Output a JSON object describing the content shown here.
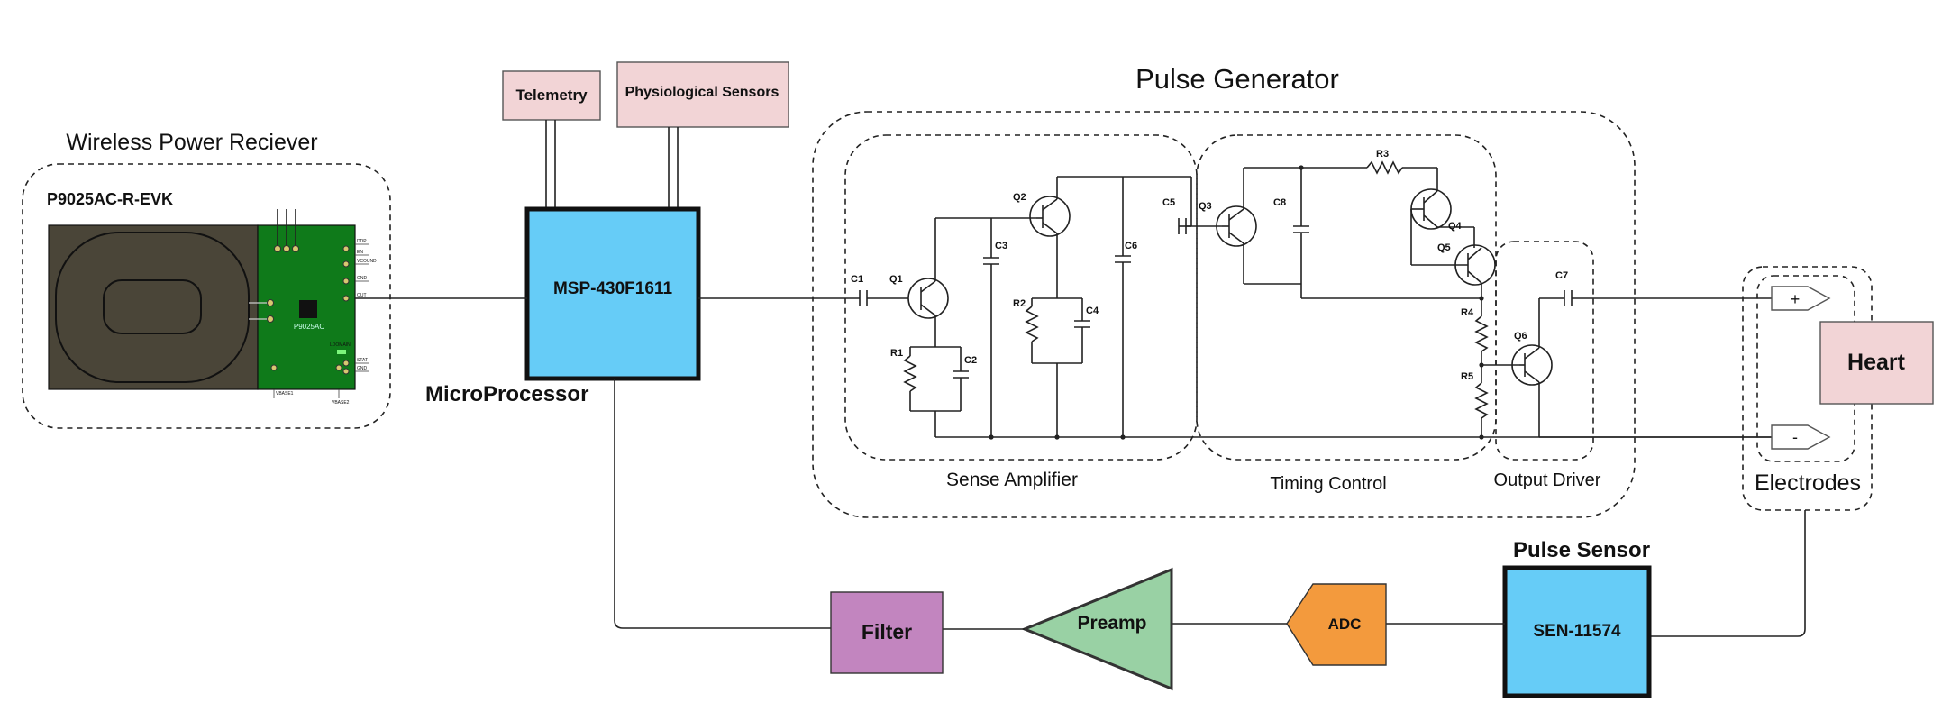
{
  "groups": {
    "wireless_power_receiver": "Wireless Power Reciever",
    "pulse_generator": "Pulse Generator",
    "sense_amplifier": "Sense Amplifier",
    "timing_control": "Timing Control",
    "output_driver": "Output Driver",
    "electrodes": "Electrodes"
  },
  "receiver": {
    "board_name": "P9025AC-R-EVK",
    "chip_label": "P9025AC",
    "pin_labels": [
      "DDP",
      "EN",
      "VCOUND",
      "GND",
      "OUT",
      "LDOMAIN",
      "STAT",
      "GND",
      "VBASE1",
      "VBASE2"
    ]
  },
  "blocks": {
    "telemetry": "Telemetry",
    "physiological_sensors": "Physiological Sensors",
    "microprocessor_chip": "MSP-430F1611",
    "microprocessor_label": "MicroProcessor",
    "heart": "Heart",
    "filter": "Filter",
    "preamp": "Preamp",
    "adc": "ADC",
    "pulse_sensor_chip": "SEN-11574",
    "pulse_sensor_label": "Pulse Sensor"
  },
  "components": {
    "C1": "C1",
    "C2": "C2",
    "C3": "C3",
    "C4": "C4",
    "C5": "C5",
    "C6": "C6",
    "C7": "C7",
    "C8": "C8",
    "R1": "R1",
    "R2": "R2",
    "R3": "R3",
    "R4": "R4",
    "R5": "R5",
    "Q1": "Q1",
    "Q2": "Q2",
    "Q3": "Q3",
    "Q4": "Q4",
    "Q5": "Q5",
    "Q6": "Q6"
  },
  "electrode_signs": {
    "positive": "+",
    "negative": "-"
  },
  "colors": {
    "microprocessor": "#66ccf7",
    "pulse_sensor": "#66ccf7",
    "pink_block": "#f2d4d6",
    "filter": "#c285bf",
    "preamp": "#99d1a4",
    "adc": "#f39a3d",
    "pcb_green": "#0f7a1a",
    "coil_dark": "#4a4538"
  }
}
